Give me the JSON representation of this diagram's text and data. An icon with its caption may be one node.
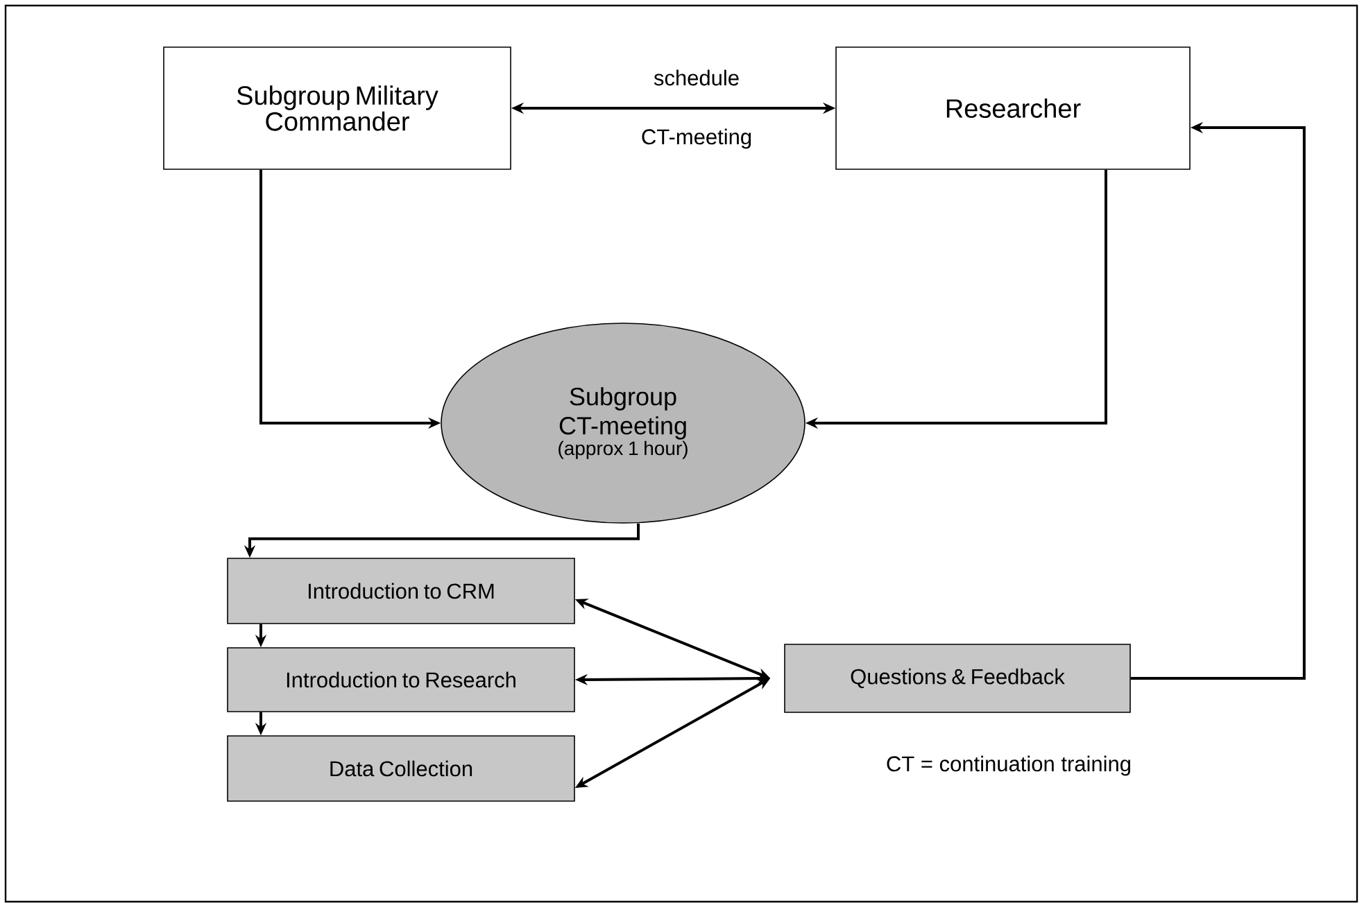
{
  "diagram": {
    "nodes": [
      {
        "text": [
          "Subgroup Military Commander"
        ]
      },
      {
        "text": [
          "Researcher"
        ]
      },
      {
        "text": [
          "Subgroup CT-meeting",
          "(approx 1 hour)"
        ]
      },
      {
        "text": [
          "Introduction to CRM"
        ]
      },
      {
        "text": [
          "Introduction to Research"
        ]
      },
      {
        "text": [
          "Data Collection"
        ]
      },
      {
        "text": [
          "Questions & Feedback"
        ]
      }
    ],
    "edges": [
      {
        "from": 0,
        "to": 1,
        "arrow": "both",
        "label": "schedule"
      },
      {
        "from": 0,
        "to": 2,
        "arrow": "to"
      },
      {
        "from": 1,
        "to": 2,
        "arrow": "to"
      },
      {
        "from": 2,
        "to": 3,
        "arrow": "to"
      },
      {
        "from": 3,
        "to": 4,
        "arrow": "to"
      },
      {
        "from": 4,
        "to": 5,
        "arrow": "to"
      },
      {
        "from": 6,
        "to": 3,
        "arrow": "both"
      },
      {
        "from": 6,
        "to": 4,
        "arrow": "both"
      },
      {
        "from": 6,
        "to": 5,
        "arrow": "both"
      },
      {
        "from": 6,
        "to": 1,
        "arrow": "to"
      }
    ],
    "labels": [
      "CT-meeting",
      "CT = continuation training"
    ]
  }
}
